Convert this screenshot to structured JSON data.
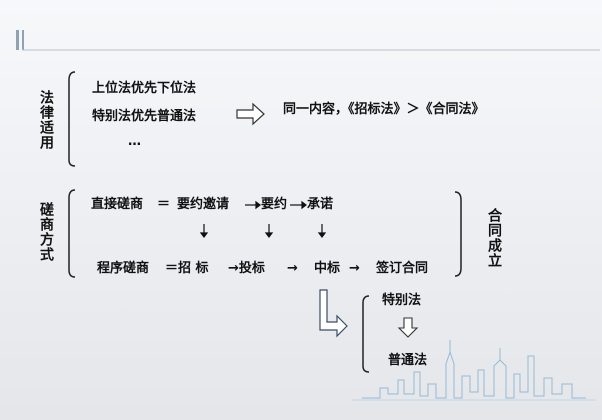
{
  "sections": {
    "law_application": {
      "label": "法律适用",
      "items": [
        "上位法优先下位法",
        "特别法优先普通法",
        "…"
      ],
      "result": "同一内容，《招标法》＞《合同法》"
    },
    "negotiation": {
      "label": "磋商方式",
      "direct": [
        "直接磋商",
        "＝",
        "要约邀请",
        "要约",
        "承诺"
      ],
      "procedural": [
        "程序磋商",
        "＝招 标",
        "→投标",
        "→",
        "中标",
        "→",
        "签订合同"
      ],
      "outcome": "合同成立"
    },
    "precedence": {
      "top": "特别法",
      "bottom": "普通法"
    }
  }
}
